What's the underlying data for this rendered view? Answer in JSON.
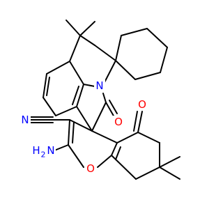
{
  "structure": {
    "colors": {
      "bond": "#000000",
      "carbon": "#000000",
      "nitrogen": "#0000ff",
      "oxygen": "#ff0000",
      "background": "#ffffff"
    },
    "atom_labels": {
      "N1": "N",
      "O1": "O",
      "O2": "O",
      "O3": "O",
      "N2": "N",
      "H2N": "H",
      "H2N_sub": "2",
      "H2N_N": "N"
    }
  }
}
